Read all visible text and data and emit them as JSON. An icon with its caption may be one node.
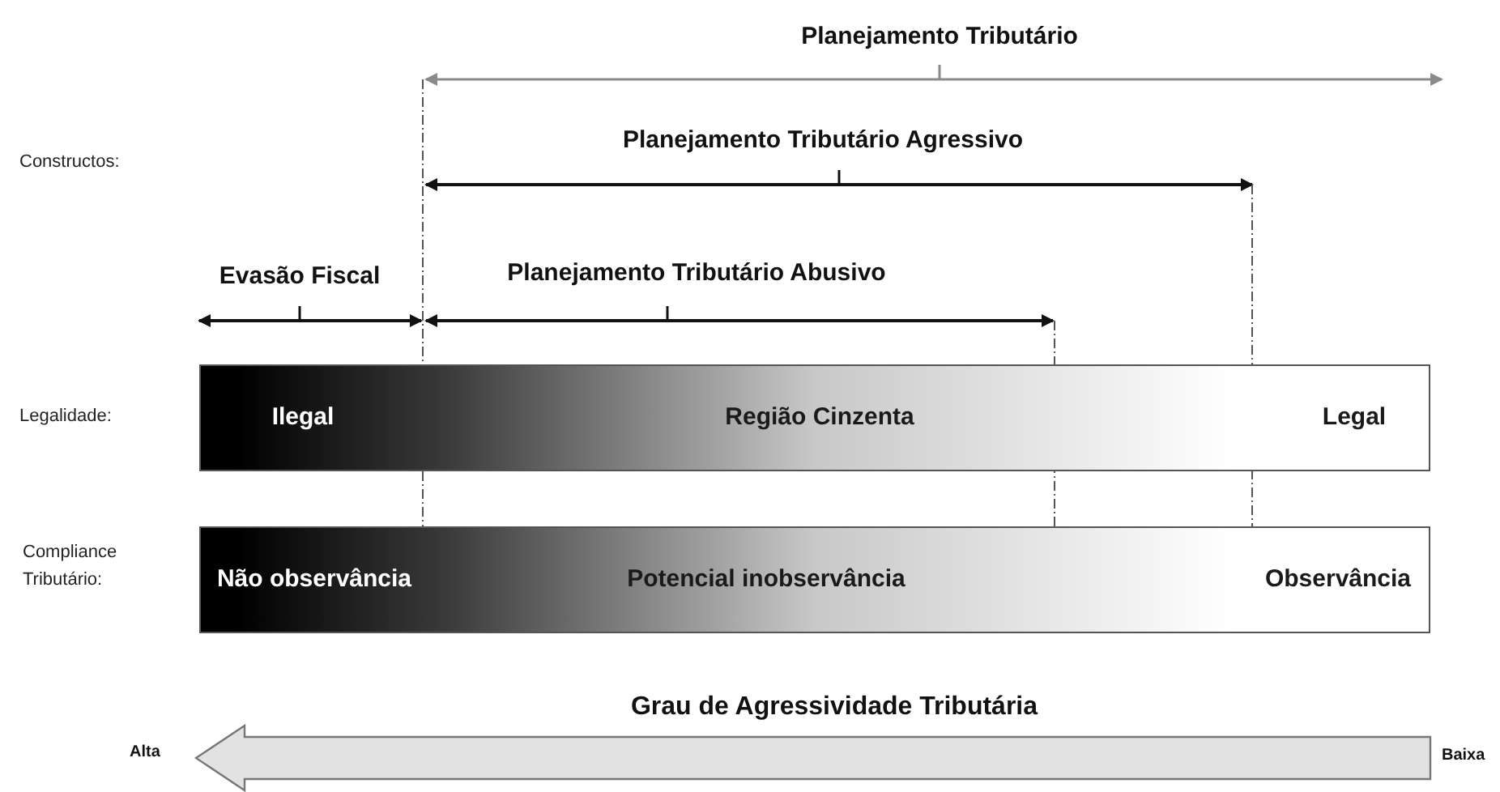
{
  "diagram": {
    "nodes": [
      {
        "text": [
          "Ilegal",
          "Região Cinzenta",
          "Legal"
        ]
      },
      {
        "text": [
          "Não observância",
          "Potencial inobservância",
          "Observância"
        ]
      },
      {
        "text": [
          "Grau de Agressividade Tributária"
        ],
        "beside": [
          "Alta",
          "Baixa"
        ]
      }
    ],
    "labels": [
      "Planejamento Tributário",
      "Constructos:",
      "Planejamento Tributário Agressivo",
      "Evasão Fiscal",
      "Planejamento Tributário Abusivo",
      "Legalidade:",
      "Compliance Tributário:"
    ]
  }
}
